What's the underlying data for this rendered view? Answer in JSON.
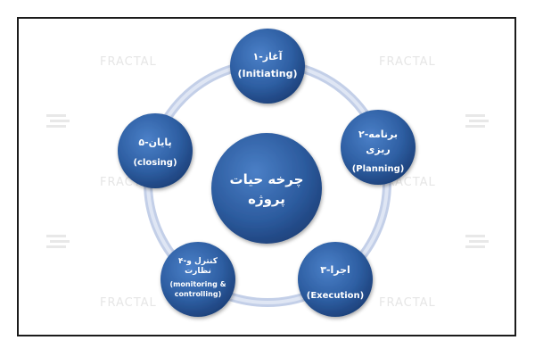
{
  "diagram": {
    "center": {
      "line1": "چرخه حیات",
      "line2": "پروژه"
    },
    "phases": [
      {
        "fa": "۱-آغاز",
        "en": "(Initiating)"
      },
      {
        "fa": "۲-برنامه",
        "fa2": "ریزی",
        "en": "(Planning)"
      },
      {
        "fa": "۳-اجرا",
        "en": "(Execution)"
      },
      {
        "fa": "۴-کنترل و",
        "fa2": "نظارت",
        "en": "(monitoring &",
        "en2": "controlling)"
      },
      {
        "fa": "۵-پایان",
        "en": "(closing)"
      }
    ],
    "colors": {
      "node": "#2e5fa3",
      "node_dark": "#1c3f78",
      "ring": "#b9c7e4",
      "frame": "#1b1b1b"
    }
  },
  "watermark": {
    "text": "FRACTAL",
    "logo_icon": "fractal-logo-icon"
  }
}
